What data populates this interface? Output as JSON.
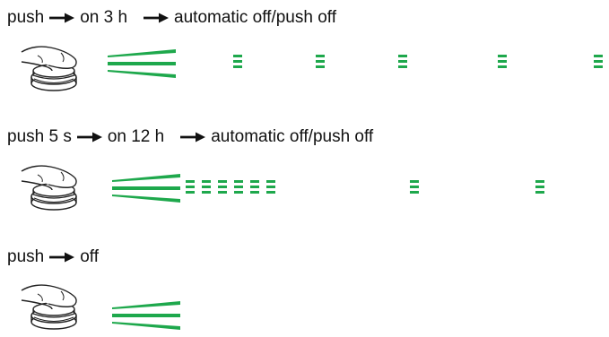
{
  "accent_color": "#1ea84c",
  "rows": [
    {
      "action": "push",
      "result": "on 3 h",
      "followup": "automatic off/push off"
    },
    {
      "action": "push 5 s",
      "result": "on 12 h",
      "followup": "automatic off/push off"
    },
    {
      "action": "push",
      "result": "off",
      "followup": ""
    }
  ]
}
